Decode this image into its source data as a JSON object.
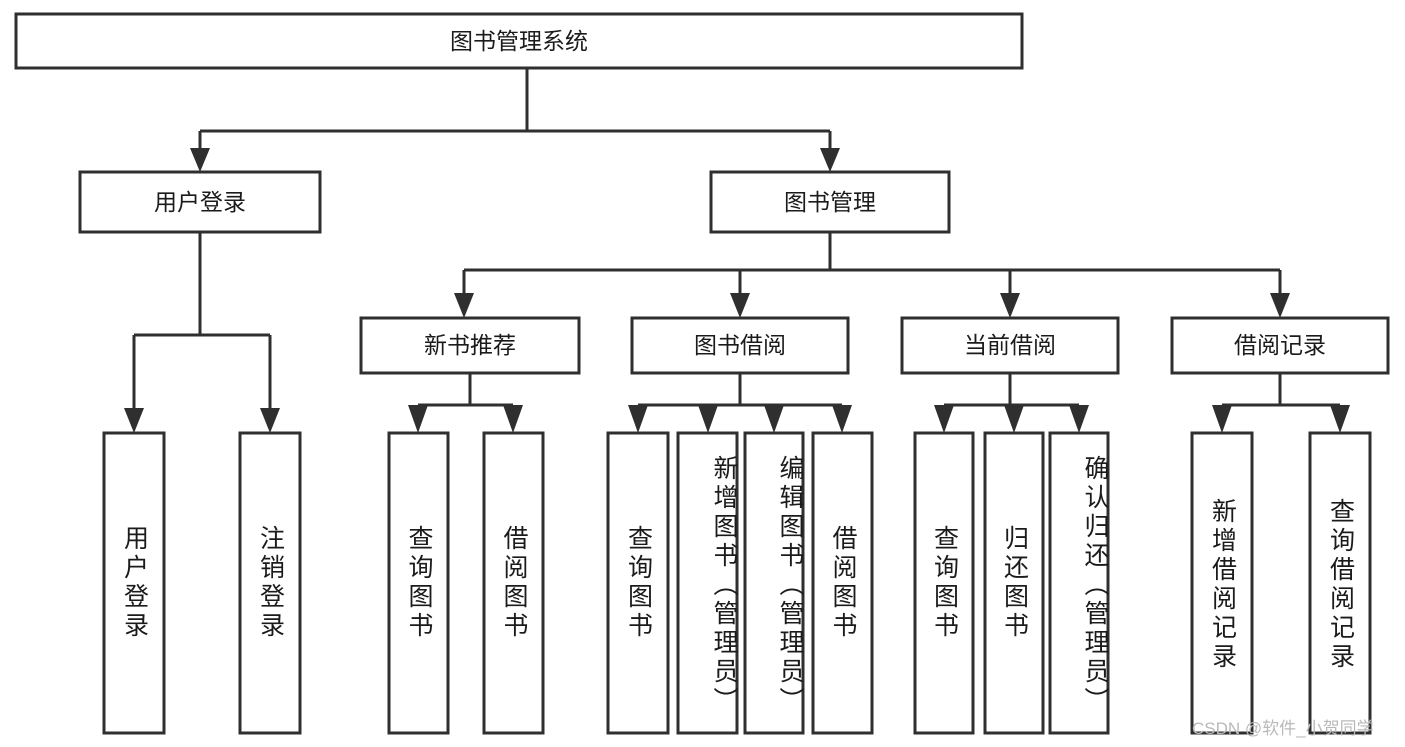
{
  "diagram": {
    "title_node": {
      "id": "root",
      "label": "图书管理系统"
    },
    "level1": [
      {
        "id": "user-login",
        "label": "用户登录"
      },
      {
        "id": "book-manage",
        "label": "图书管理"
      }
    ],
    "level2": [
      {
        "id": "new-book-recommend",
        "label": "新书推荐",
        "parent": "book-manage"
      },
      {
        "id": "book-borrow",
        "label": "图书借阅",
        "parent": "book-manage"
      },
      {
        "id": "current-borrow",
        "label": "当前借阅",
        "parent": "book-manage"
      },
      {
        "id": "borrow-record",
        "label": "借阅记录",
        "parent": "book-manage"
      }
    ],
    "leaves": [
      {
        "id": "leaf-user-login",
        "label": "用户登录",
        "parent": "user-login"
      },
      {
        "id": "leaf-logout-login",
        "label": "注销登录",
        "parent": "user-login"
      },
      {
        "id": "leaf-query-book-1",
        "label": "查询图书",
        "parent": "new-book-recommend"
      },
      {
        "id": "leaf-borrow-book-1",
        "label": "借阅图书",
        "parent": "new-book-recommend"
      },
      {
        "id": "leaf-query-book-2",
        "label": "查询图书",
        "parent": "book-borrow"
      },
      {
        "id": "leaf-add-book",
        "label": "新增图书（管理员）",
        "parent": "book-borrow"
      },
      {
        "id": "leaf-edit-book",
        "label": "编辑图书（管理员）",
        "parent": "book-borrow"
      },
      {
        "id": "leaf-borrow-book-2",
        "label": "借阅图书",
        "parent": "book-borrow"
      },
      {
        "id": "leaf-query-book-3",
        "label": "查询图书",
        "parent": "current-borrow"
      },
      {
        "id": "leaf-return-book",
        "label": "归还图书",
        "parent": "current-borrow"
      },
      {
        "id": "leaf-confirm-return",
        "label": "确认归还（管理员）",
        "parent": "current-borrow"
      },
      {
        "id": "leaf-add-record",
        "label": "新增借阅记录",
        "parent": "borrow-record"
      },
      {
        "id": "leaf-query-record",
        "label": "查询借阅记录",
        "parent": "borrow-record"
      }
    ]
  },
  "watermark": {
    "text": "CSDN @软件_小贺同学"
  },
  "colors": {
    "box_stroke": "#2f2f2f",
    "box_fill": "#ffffff",
    "text": "#1b1b1b",
    "watermark": "#b9b9b9",
    "background": "#ffffff"
  }
}
